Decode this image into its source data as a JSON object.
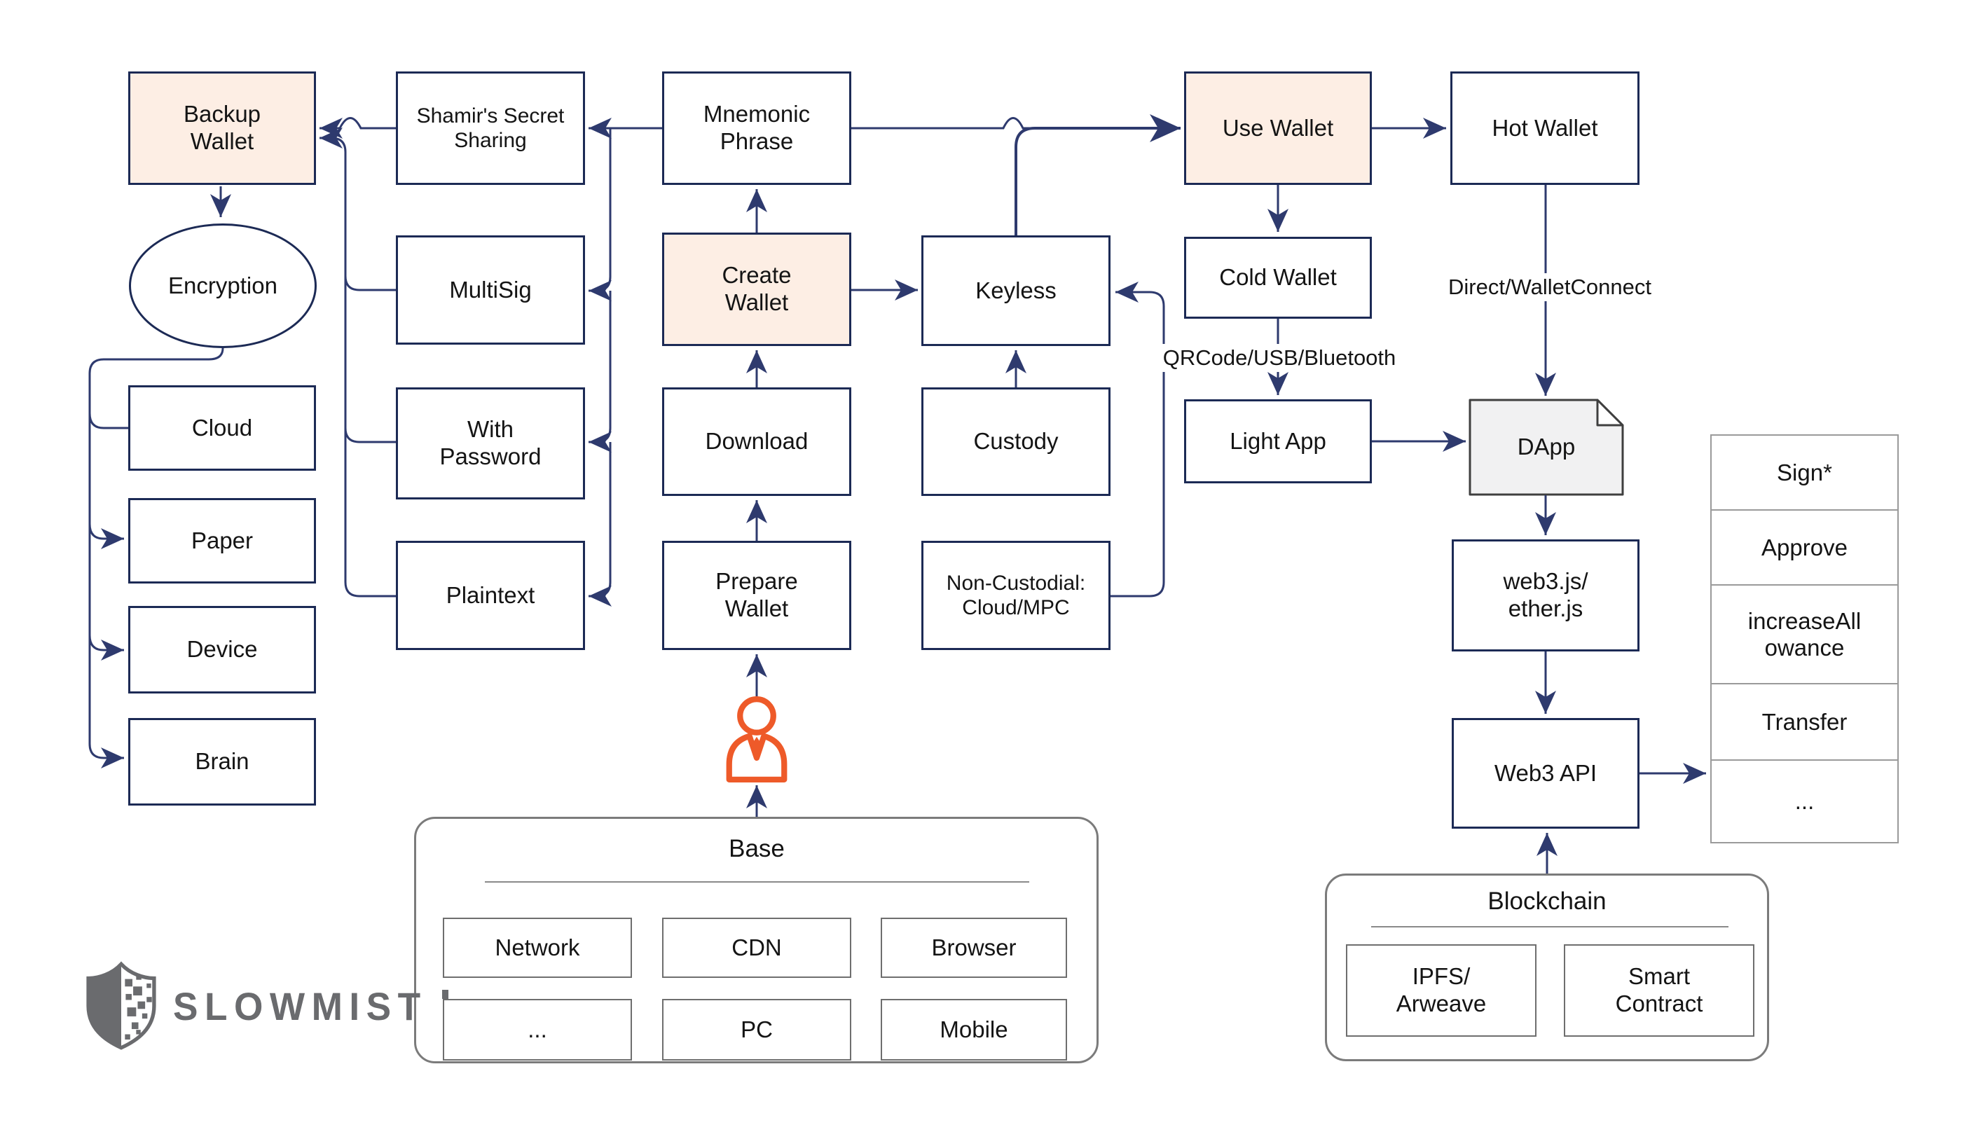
{
  "diagram": {
    "nodes": {
      "backup_wallet": {
        "label": "Backup\nWallet"
      },
      "encryption": {
        "label": "Encryption"
      },
      "cloud": {
        "label": "Cloud"
      },
      "paper": {
        "label": "Paper"
      },
      "device": {
        "label": "Device"
      },
      "brain": {
        "label": "Brain"
      },
      "shamir": {
        "label": "Shamir's Secret\nSharing"
      },
      "multisig": {
        "label": "MultiSig"
      },
      "with_password": {
        "label": "With\nPassword"
      },
      "plaintext": {
        "label": "Plaintext"
      },
      "mnemonic": {
        "label": "Mnemonic\nPhrase"
      },
      "create_wallet": {
        "label": "Create\nWallet"
      },
      "download": {
        "label": "Download"
      },
      "prepare_wallet": {
        "label": "Prepare\nWallet"
      },
      "keyless": {
        "label": "Keyless"
      },
      "custody": {
        "label": "Custody"
      },
      "non_custodial": {
        "label": "Non-Custodial:\nCloud/MPC"
      },
      "use_wallet": {
        "label": "Use Wallet"
      },
      "cold_wallet": {
        "label": "Cold Wallet"
      },
      "light_app": {
        "label": "Light App"
      },
      "hot_wallet": {
        "label": "Hot Wallet"
      },
      "dapp": {
        "label": "DApp"
      },
      "web3_libs": {
        "label": "web3.js/\nether.js"
      },
      "web3_api": {
        "label": "Web3 API"
      }
    },
    "edge_labels": {
      "qrcode": "QRCode/USB/Bluetooth",
      "direct": "Direct/WalletConnect"
    },
    "api_table": {
      "rows": [
        "Sign*",
        "Approve",
        "increaseAll\nowance",
        "Transfer",
        "..."
      ]
    },
    "base": {
      "title": "Base",
      "items": [
        "Network",
        "CDN",
        "Browser",
        "...",
        "PC",
        "Mobile"
      ]
    },
    "blockchain": {
      "title": "Blockchain",
      "items": [
        "IPFS/\nArweave",
        "Smart\nContract"
      ]
    },
    "logo": {
      "text": "SLOWMIST"
    },
    "colors": {
      "navy_line": "#2e3a6e",
      "navy_border": "#1c2a55",
      "peach": "#fdeee4",
      "doc_gray": "#f1f1f2",
      "doc_border": "#3f3f3f",
      "gray_border": "#6e6e6e",
      "table_border": "#9a9a9a",
      "container_border": "#7b7b7b",
      "orange": "#ee5a29",
      "logo_gray": "#6a6b6e",
      "text": "#141414"
    }
  }
}
